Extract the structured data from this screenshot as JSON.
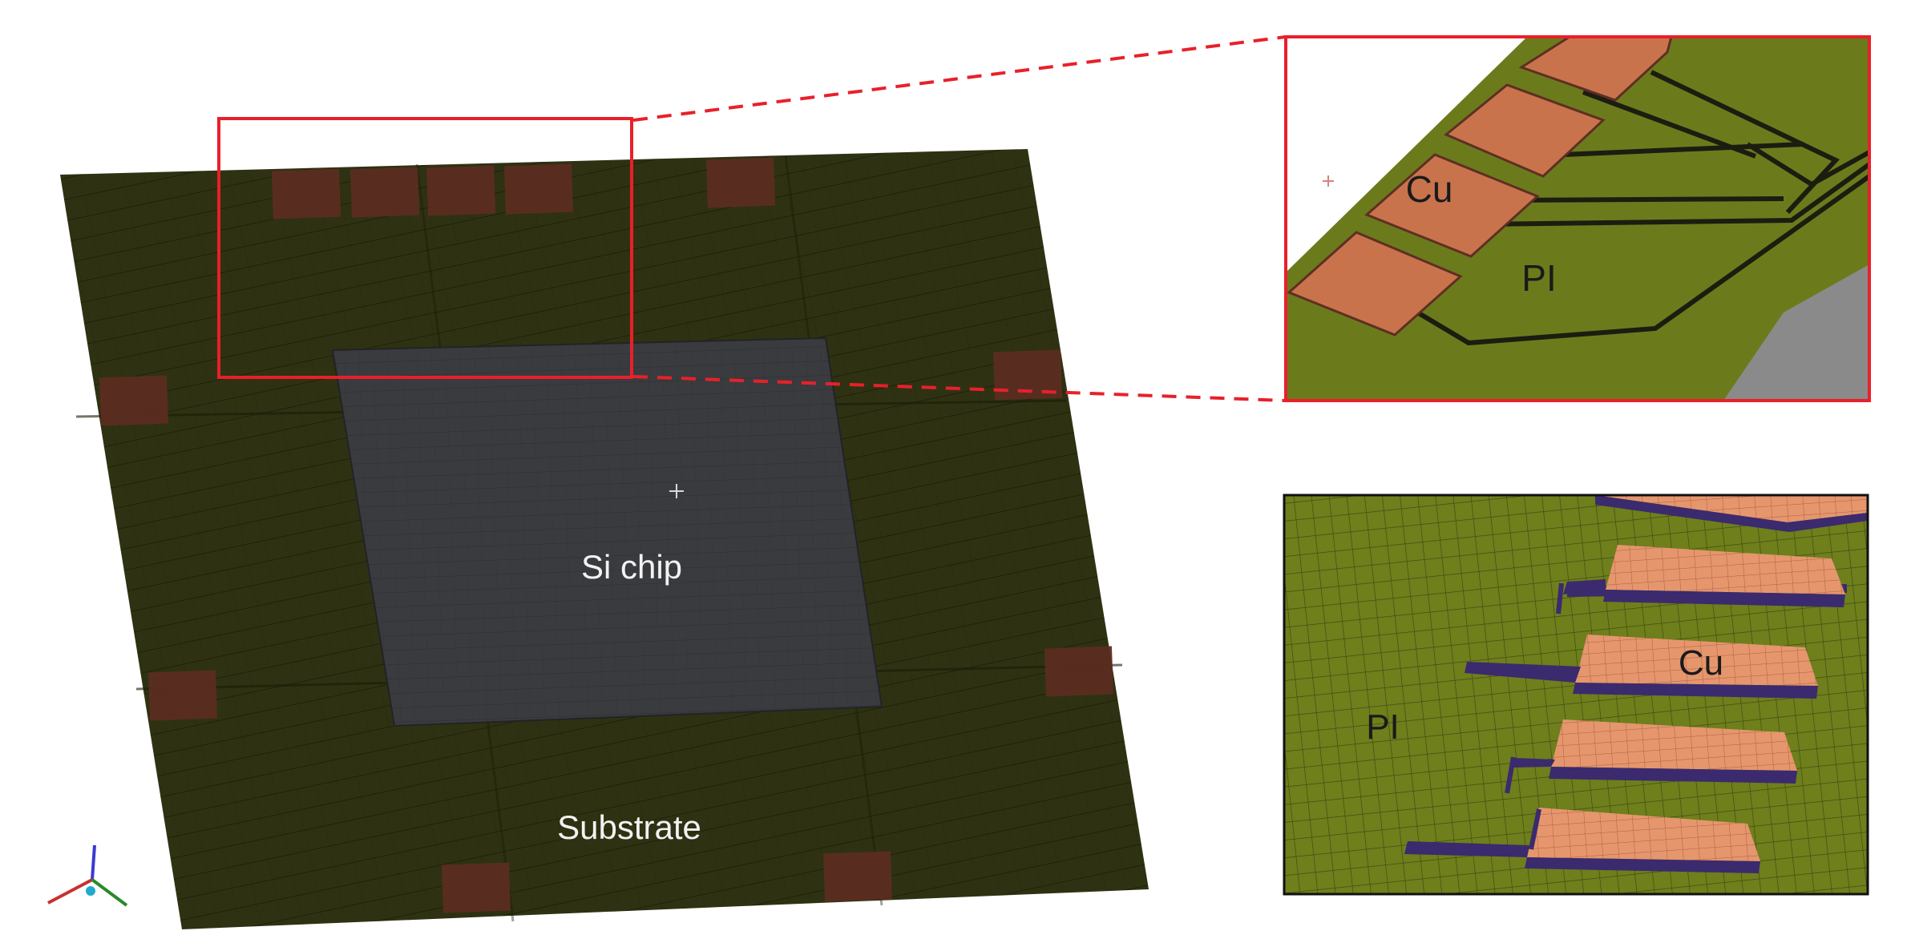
{
  "labels": {
    "si_chip": "Si chip",
    "substrate": "Substrate",
    "zoom_cu": "Cu",
    "zoom_pi": "PI",
    "mesh_cu": "Cu",
    "mesh_pi": "PI"
  },
  "colors": {
    "substrate": "#2f3212",
    "substrate_line": "#1f210a",
    "chip": "#3a3b3f",
    "cu": "#c9734d",
    "cu_dark": "#5e2f22",
    "pi": "#6b7b1c",
    "pi_mesh": "#8a9a2a",
    "highlight": "#e8202a",
    "trace_dark": "#1c1c10",
    "purple": "#3b2a6e"
  },
  "icons": [
    "axis-triad-icon"
  ]
}
